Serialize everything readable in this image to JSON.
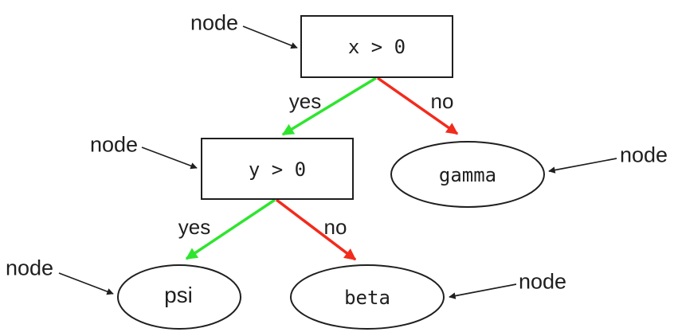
{
  "diagram": {
    "type": "decision-tree",
    "background": "#ffffff",
    "colors": {
      "yes_edge": "#2ee52e",
      "no_edge": "#f22b1c",
      "outline": "#1f1f1f",
      "annotation_arrow": "#1f1f1f"
    },
    "nodes": [
      {
        "id": "root",
        "shape": "rectangle",
        "label": "x > 0"
      },
      {
        "id": "second",
        "shape": "rectangle",
        "label": "y > 0"
      },
      {
        "id": "gamma",
        "shape": "ellipse",
        "label": "gamma"
      },
      {
        "id": "psi",
        "shape": "ellipse",
        "label": "psi"
      },
      {
        "id": "beta",
        "shape": "ellipse",
        "label": "beta"
      }
    ],
    "edges": [
      {
        "from": "x > 0",
        "to": "y > 0",
        "label": "yes",
        "color": "#2ee52e"
      },
      {
        "from": "x > 0",
        "to": "gamma",
        "label": "no",
        "color": "#f22b1c"
      },
      {
        "from": "y > 0",
        "to": "psi",
        "label": "yes",
        "color": "#2ee52e"
      },
      {
        "from": "y > 0",
        "to": "beta",
        "label": "no",
        "color": "#f22b1c"
      }
    ],
    "annotations": [
      {
        "label": "node",
        "points_to": "x > 0"
      },
      {
        "label": "node",
        "points_to": "y > 0"
      },
      {
        "label": "node",
        "points_to": "gamma"
      },
      {
        "label": "node",
        "points_to": "psi"
      },
      {
        "label": "node",
        "points_to": "beta"
      }
    ]
  }
}
